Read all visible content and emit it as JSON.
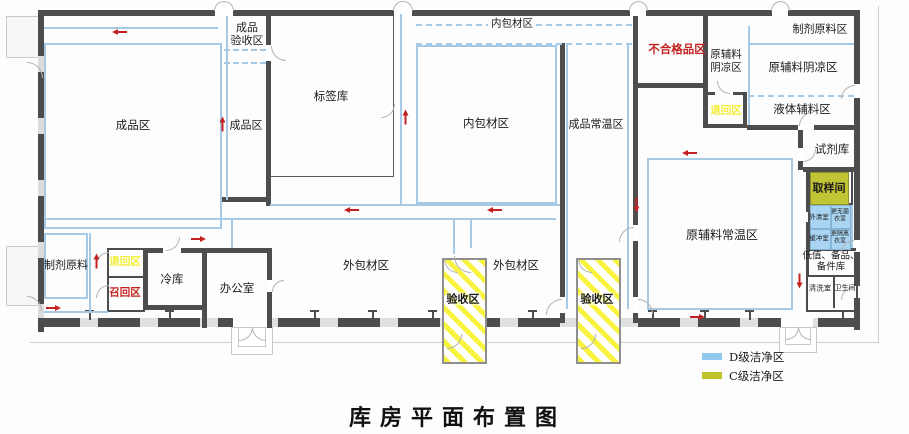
{
  "title": "库房平面布置图",
  "legend": {
    "d": {
      "label": "D级洁净区",
      "color": "#8fc7ee"
    },
    "c": {
      "label": "C级洁净区",
      "color": "#bfc32b"
    }
  },
  "colors": {
    "alert_red": "#c42421",
    "return_yellow": "#f2ee35",
    "clean_c_fill": "#c1c435",
    "clean_d_fill": "#a9d5f2"
  },
  "rooms": {
    "finished_area": {
      "label": "成品区"
    },
    "finished_acceptance": {
      "label": "成品\n验收区"
    },
    "finished_area2": {
      "label": "成品区"
    },
    "label_store": {
      "label": "标签库"
    },
    "inner_pack_strip": {
      "label": "内包材区"
    },
    "inner_pack": {
      "label": "内包材区"
    },
    "finished_ambient": {
      "label": "成品常温区"
    },
    "nonconforming": {
      "label": "不合格品区"
    },
    "raw_cool_small": {
      "label": "原辅料\n阴凉区"
    },
    "return_top": {
      "label": "退回区"
    },
    "prep_raw_area": {
      "label": "制剂原料区"
    },
    "raw_cool_large": {
      "label": "原辅料阴凉区"
    },
    "liquid_excipient": {
      "label": "液体辅料区"
    },
    "reagent_store": {
      "label": "试剂库"
    },
    "sampling_room": {
      "label": "取样间"
    },
    "outer_clean_room": {
      "label": "外清室"
    },
    "sterile_gown_room": {
      "label": "更无菌\n衣室"
    },
    "buffer_room": {
      "label": "缓冲室"
    },
    "isolation_gown_room": {
      "label": "更隔离\n衣室"
    },
    "spare_parts_store": {
      "label": "低值、备品、\n备件库"
    },
    "washing_room": {
      "label": "清洗室"
    },
    "toilet": {
      "label": "卫生间"
    },
    "raw_ambient": {
      "label": "原辅料常温区"
    },
    "prep_raw": {
      "label": "制剂原料"
    },
    "return_bottom": {
      "label": "退回区"
    },
    "recall": {
      "label": "召回区"
    },
    "cold_store": {
      "label": "冷库"
    },
    "office": {
      "label": "办公室"
    },
    "outer_pack1": {
      "label": "外包材区"
    },
    "outer_pack2": {
      "label": "外包材区"
    },
    "acceptance1": {
      "label": "验收区"
    },
    "acceptance2": {
      "label": "验收区"
    }
  }
}
